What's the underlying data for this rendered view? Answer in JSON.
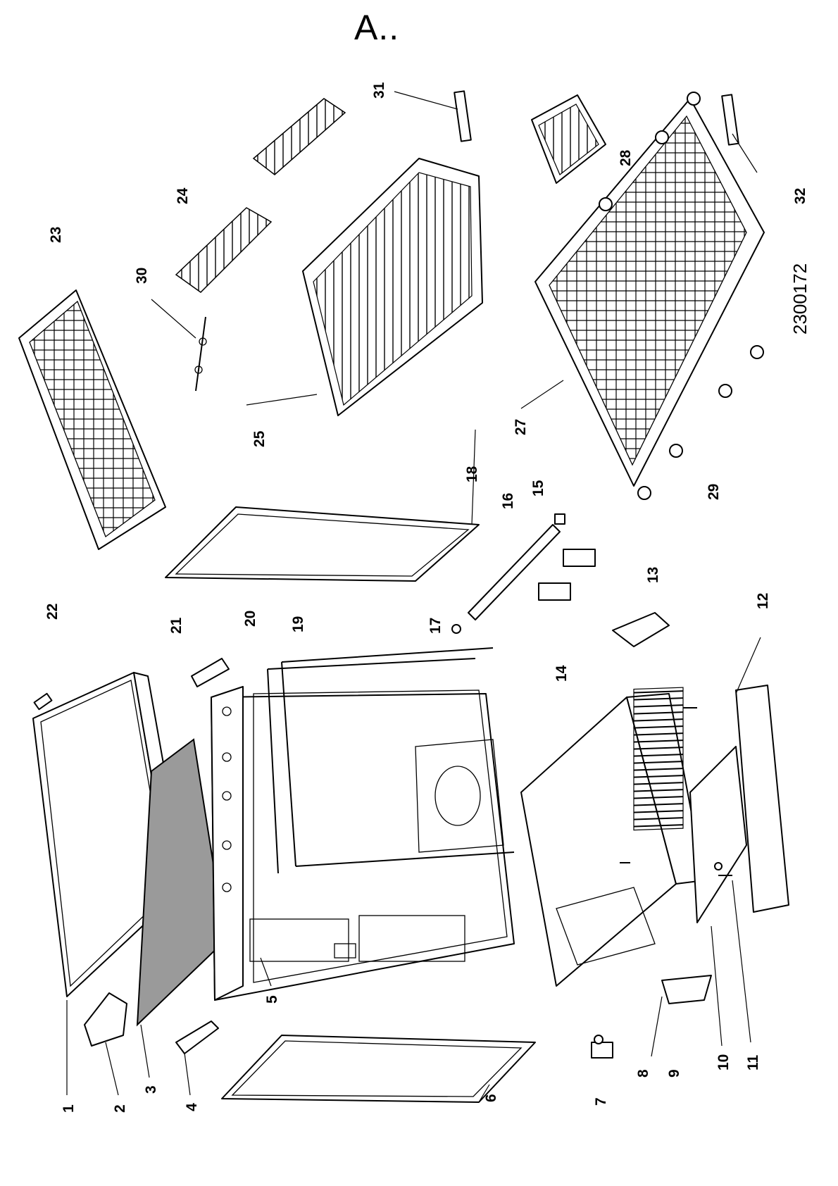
{
  "title": "A..",
  "reference_code": "2300172",
  "part_numbers": [
    "1",
    "2",
    "3",
    "4",
    "5",
    "6",
    "7",
    "8",
    "9",
    "10",
    "11",
    "12",
    "13",
    "14",
    "15",
    "16",
    "17",
    "18",
    "19",
    "20",
    "21",
    "22",
    "23",
    "24",
    "25",
    "27",
    "28",
    "29",
    "30",
    "31",
    "32"
  ]
}
